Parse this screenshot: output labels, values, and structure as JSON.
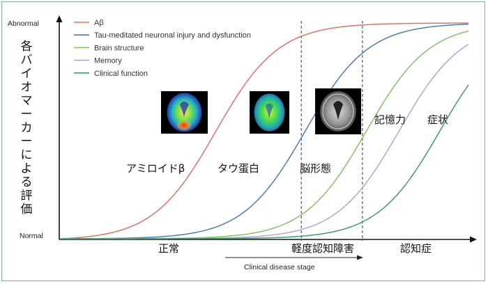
{
  "chart_data": {
    "type": "line",
    "ylabel": "各バイオマーカーによる評価",
    "y_top_label": "Abnormal",
    "y_bottom_label": "Normal",
    "ylim": [
      0,
      1
    ],
    "xlim": [
      0,
      1
    ],
    "xlabel": "Clinical disease stage",
    "series": [
      {
        "name": "Aβ",
        "color": "#e0706a",
        "midpoint": 0.38,
        "steepness": 13
      },
      {
        "name": "Tau-meditated neuronal injury and dysfunction",
        "color": "#4e7bb3",
        "midpoint": 0.6,
        "steepness": 13
      },
      {
        "name": "Brain structure",
        "color": "#86c06a",
        "midpoint": 0.75,
        "steepness": 13
      },
      {
        "name": "Memory",
        "color": "#b6a3d8",
        "midpoint": 0.83,
        "steepness": 13
      },
      {
        "name": "Clinical function",
        "color": "#3f9a6a",
        "midpoint": 0.93,
        "steepness": 13
      }
    ],
    "stage_dividers": [
      0.59,
      0.74
    ],
    "stages": [
      "正常",
      "軽度認知障害",
      "認知症"
    ],
    "annotations": {
      "amyloid": "アミロイドβ",
      "tau": "タウ蛋白",
      "brain": "脳形態",
      "memory": "記憶力",
      "symptom": "症状"
    },
    "images": [
      "amyloid-pet-scan",
      "tau-pet-scan",
      "mri-brain-scan"
    ],
    "legend_position": "top-left"
  }
}
